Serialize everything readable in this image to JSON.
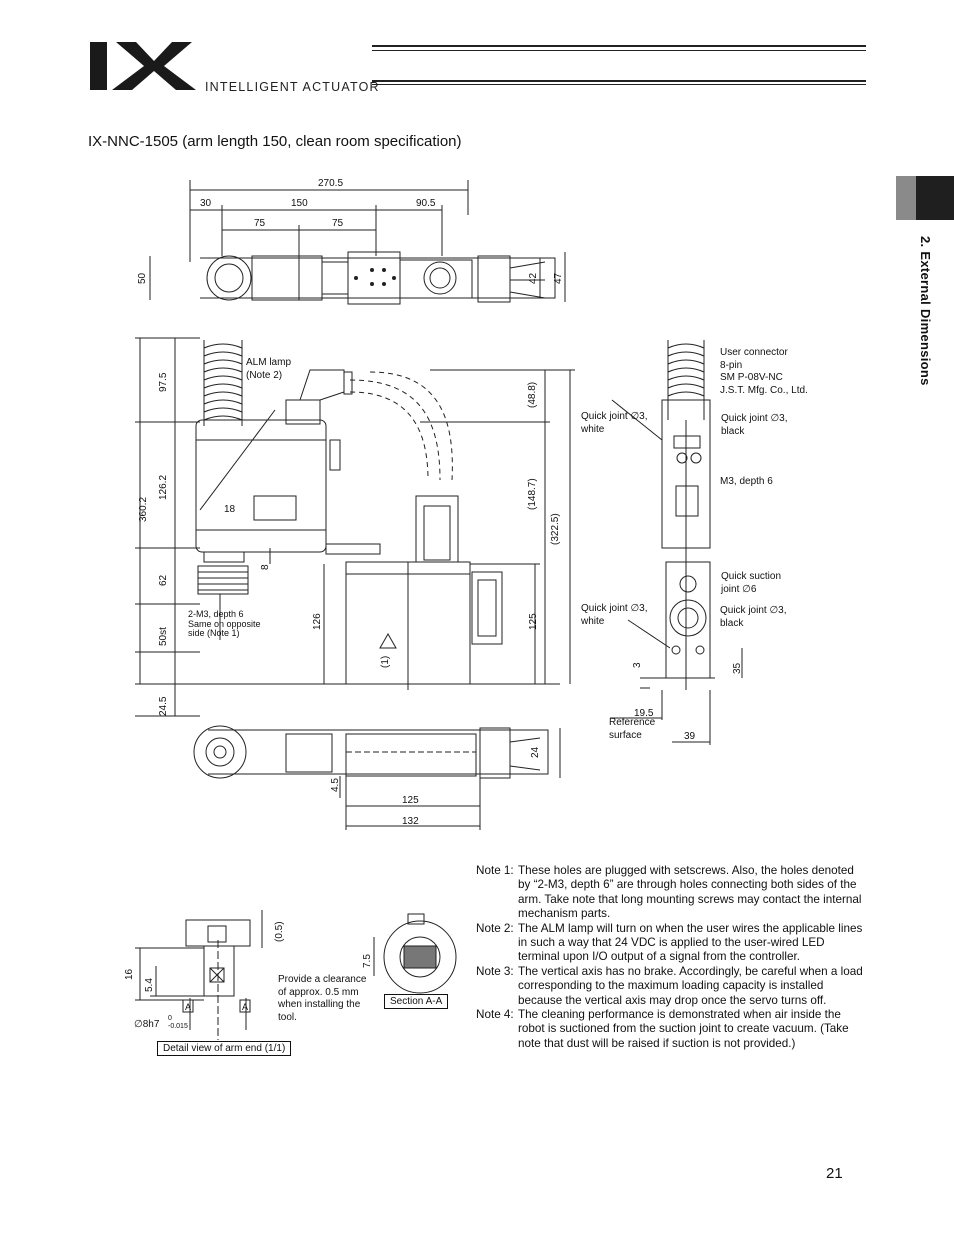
{
  "header": {
    "logo_text": "IX",
    "logo_subtitle": "INTELLIGENT ACTUATOR"
  },
  "side_tab": {
    "section_label": "2. External Dimensions"
  },
  "model_title": "IX-NNC-1505 (arm length 150, clean room specification)",
  "top_view": {
    "overall": "270.5",
    "segments": [
      "30",
      "150",
      "90.5"
    ],
    "sub_segments": [
      "75",
      "75"
    ],
    "height_left": "50",
    "height_right_inner": "42",
    "height_right_outer": "47"
  },
  "side_view": {
    "left_dims": [
      "97.5",
      "126.2",
      "360.2",
      "62",
      "50st",
      "24.5"
    ],
    "center_dims": [
      "18",
      "8",
      "126",
      "(1)"
    ],
    "right_dims": [
      "(48.8)",
      "(148.7)",
      "(322.5)",
      "125"
    ],
    "callouts": {
      "alm_lamp": "ALM lamp\n(Note 2)",
      "holes": "2-M3, depth 6\nSame on opposite\nside (Note 1)"
    }
  },
  "end_view": {
    "callouts": {
      "user_connector": "User connector\n8-pin\nSM P-08V-NC\nJ.S.T. Mfg. Co., Ltd.",
      "qj_white_top": "Quick joint ∅3,\nwhite",
      "qj_black_top": "Quick joint ∅3,\nblack",
      "m3_depth": "M3, depth 6",
      "suction": "Quick suction\njoint ∅6",
      "qj_white_bot": "Quick joint ∅3,\nwhite",
      "qj_black_bot": "Quick joint ∅3,\nblack",
      "reference": "Reference\nsurface"
    },
    "dims": [
      "3",
      "35",
      "19.5",
      "39"
    ]
  },
  "bottom_view": {
    "dims": [
      "24",
      "4.5",
      "125",
      "132"
    ]
  },
  "detail": {
    "dims": [
      "16",
      "5.4",
      "(0.5)",
      "7.5"
    ],
    "tolerance_main": "∅8h7",
    "tolerance_upper": "0",
    "tolerance_lower": "-0.015",
    "section_marks": [
      "A",
      "A"
    ],
    "clearance_note": "Provide a clearance\nof approx. 0.5 mm\nwhen installing the\ntool.",
    "section_label": "Section A-A",
    "detail_label": "Detail view of arm end (1/1)"
  },
  "notes": [
    {
      "label": "Note 1:",
      "text": "These holes are plugged with setscrews. Also, the holes denoted by “2-M3, depth 6” are through holes connecting both sides of the arm. Take note that long mounting screws may contact the internal mechanism parts."
    },
    {
      "label": "Note 2:",
      "text": "The ALM lamp will turn on when the user wires the applicable lines in such a way that 24 VDC is applied to the user-wired LED terminal upon I/O output of a signal from the controller."
    },
    {
      "label": "Note 3:",
      "text": "The vertical axis has no brake. Accordingly, be careful when a load corresponding to the maximum loading capacity is installed because the vertical axis may drop once the servo turns off."
    },
    {
      "label": "Note 4:",
      "text": "The cleaning performance is demonstrated when air inside the robot is suctioned from the suction joint to create vacuum. (Take note that dust will be raised if suction is not provided.)"
    }
  ],
  "page_number": "21"
}
